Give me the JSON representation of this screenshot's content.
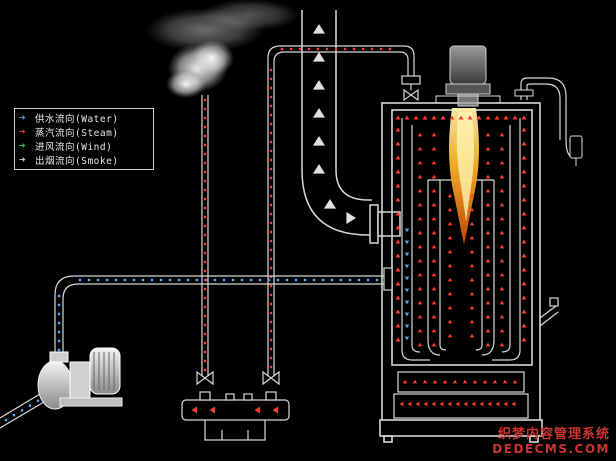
{
  "legend": {
    "items": [
      {
        "label": "供水流向(Water)",
        "color": "#4fa8ff",
        "icon": "arrow-right-icon"
      },
      {
        "label": "蒸汽流向(Steam)",
        "color": "#ff3b2f",
        "icon": "arrow-right-icon"
      },
      {
        "label": "进风流向(Wind)",
        "color": "#39d34a",
        "icon": "arrow-right-icon"
      },
      {
        "label": "出烟流向(Smoke)",
        "color": "#e0e0e0",
        "icon": "arrow-right-icon"
      }
    ]
  },
  "watermark": {
    "line1": "织梦内容管理系统",
    "line2": "DEDECMS.COM"
  },
  "colors": {
    "pipe": "#d8d8d8",
    "water": "#4fa8ff",
    "steam": "#ff3b2f",
    "smoke": "#e0e0e0",
    "flame": "#ffb52a"
  }
}
